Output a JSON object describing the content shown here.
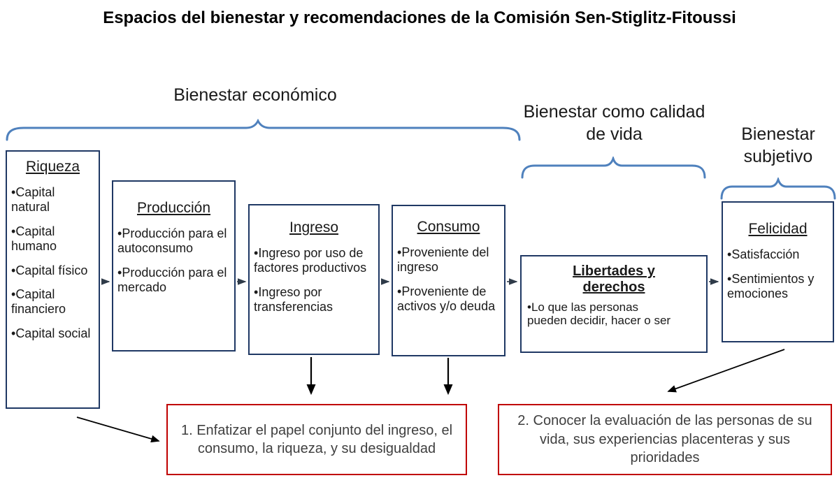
{
  "title": "Espacios del bienestar y recomendaciones de la Comisión Sen-Stiglitz-Fitoussi",
  "groups": [
    {
      "label": "Bienestar económico"
    },
    {
      "label": "Bienestar como calidad de vida"
    },
    {
      "label": "Bienestar subjetivo"
    }
  ],
  "boxes": [
    {
      "title": "Riqueza",
      "items": [
        "Capital natural",
        "Capital humano",
        "Capital físico",
        "Capital financiero",
        "Capital social"
      ]
    },
    {
      "title": "Producción",
      "items": [
        "Producción para el autoconsumo",
        "Producción para el mercado"
      ]
    },
    {
      "title": "Ingreso",
      "items": [
        "Ingreso por uso de factores productivos",
        "Ingreso por transferencias"
      ]
    },
    {
      "title": "Consumo",
      "items": [
        "Proveniente del ingreso",
        "Proveniente de activos y/o deuda"
      ]
    },
    {
      "title": "Libertades y derechos",
      "items": [
        "Lo que las personas pueden decidir, hacer o ser"
      ]
    },
    {
      "title": "Felicidad",
      "items": [
        "Satisfacción",
        "Sentimientos y emociones"
      ]
    }
  ],
  "recommendations": [
    {
      "text": "1. Enfatizar el papel conjunto del ingreso, el consumo, la riqueza, y su desigualdad"
    },
    {
      "text": "2. Conocer la evaluación de las personas de su vida, sus experiencias placenteras y sus prioridades"
    }
  ],
  "colors": {
    "brace": "#4F81BD",
    "box_border": "#1F3864",
    "rec_border": "#C00000",
    "arrow": "#000000",
    "arrow_small": "#2F3B49",
    "text": "#1A1A1A",
    "rec_text": "#3F3F3F"
  }
}
